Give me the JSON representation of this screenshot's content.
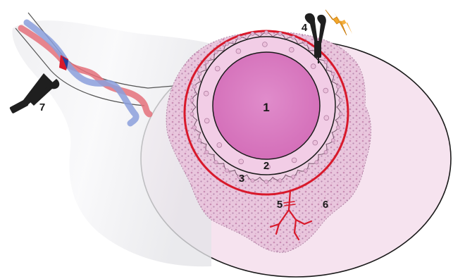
{
  "labels": {
    "l1": "1",
    "l2": "2",
    "l3": "3",
    "l4": "4",
    "l5": "5",
    "l6": "6",
    "l7": "7"
  },
  "colors": {
    "uterus_fill": "#f6e3ef",
    "decidua": "#ebc8df",
    "chorion_ring": "#f2cde6",
    "gestational_sac": "#d97fc0",
    "red_line": "#d8192b",
    "vein_blue": "#8b9fdc",
    "artery_red": "#e4707a",
    "lightning": "#f3a72a",
    "clamp": "#1f1f1f"
  },
  "icons": [
    "clamp-icon",
    "lightning-bolt-icon",
    "scalpel-icon",
    "blood-vessel-icon"
  ]
}
